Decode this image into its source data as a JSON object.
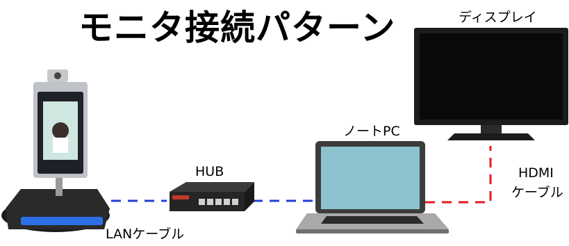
{
  "title": "モニタ接続パターン",
  "labels": {
    "display": "ディスプレイ",
    "laptop": "ノートPC",
    "hub": "HUB",
    "hdmi_line1": "HDMI",
    "hdmi_line2": "ケーブル",
    "lan": "LANケーブル"
  },
  "colors": {
    "lan_cable": "#1f3fd6",
    "hdmi_cable": "#e11b22"
  },
  "icons": [
    "face-terminal-icon",
    "hub-icon",
    "laptop-icon",
    "monitor-icon"
  ]
}
